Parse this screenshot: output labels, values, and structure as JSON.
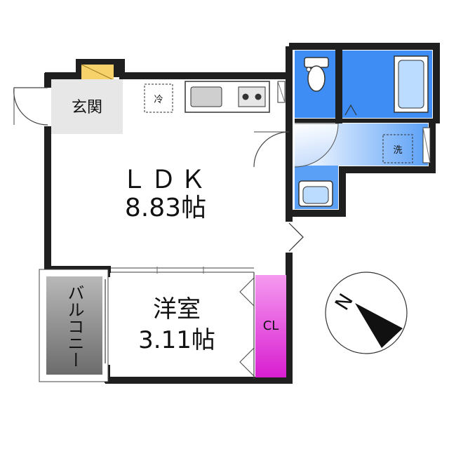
{
  "rooms": {
    "ldk": {
      "name": "ＬＤＫ",
      "size": "8.83帖"
    },
    "bedroom": {
      "name": "洋室",
      "size": "3.11帖"
    },
    "entrance": {
      "name": "玄関"
    },
    "balcony": {
      "name": "バルコニー"
    },
    "closet": {
      "name": "CL"
    }
  },
  "fixtures": {
    "fridge": "冷",
    "washer": "洗"
  },
  "compass": {
    "north": "N"
  },
  "colors": {
    "wall": "#1f1f1f",
    "bath_blue": "#3d8df5",
    "closet_magenta": "#e83ee0",
    "balcony_gray": "#8f8f8f",
    "entrance_gray": "#e7e7e7"
  }
}
